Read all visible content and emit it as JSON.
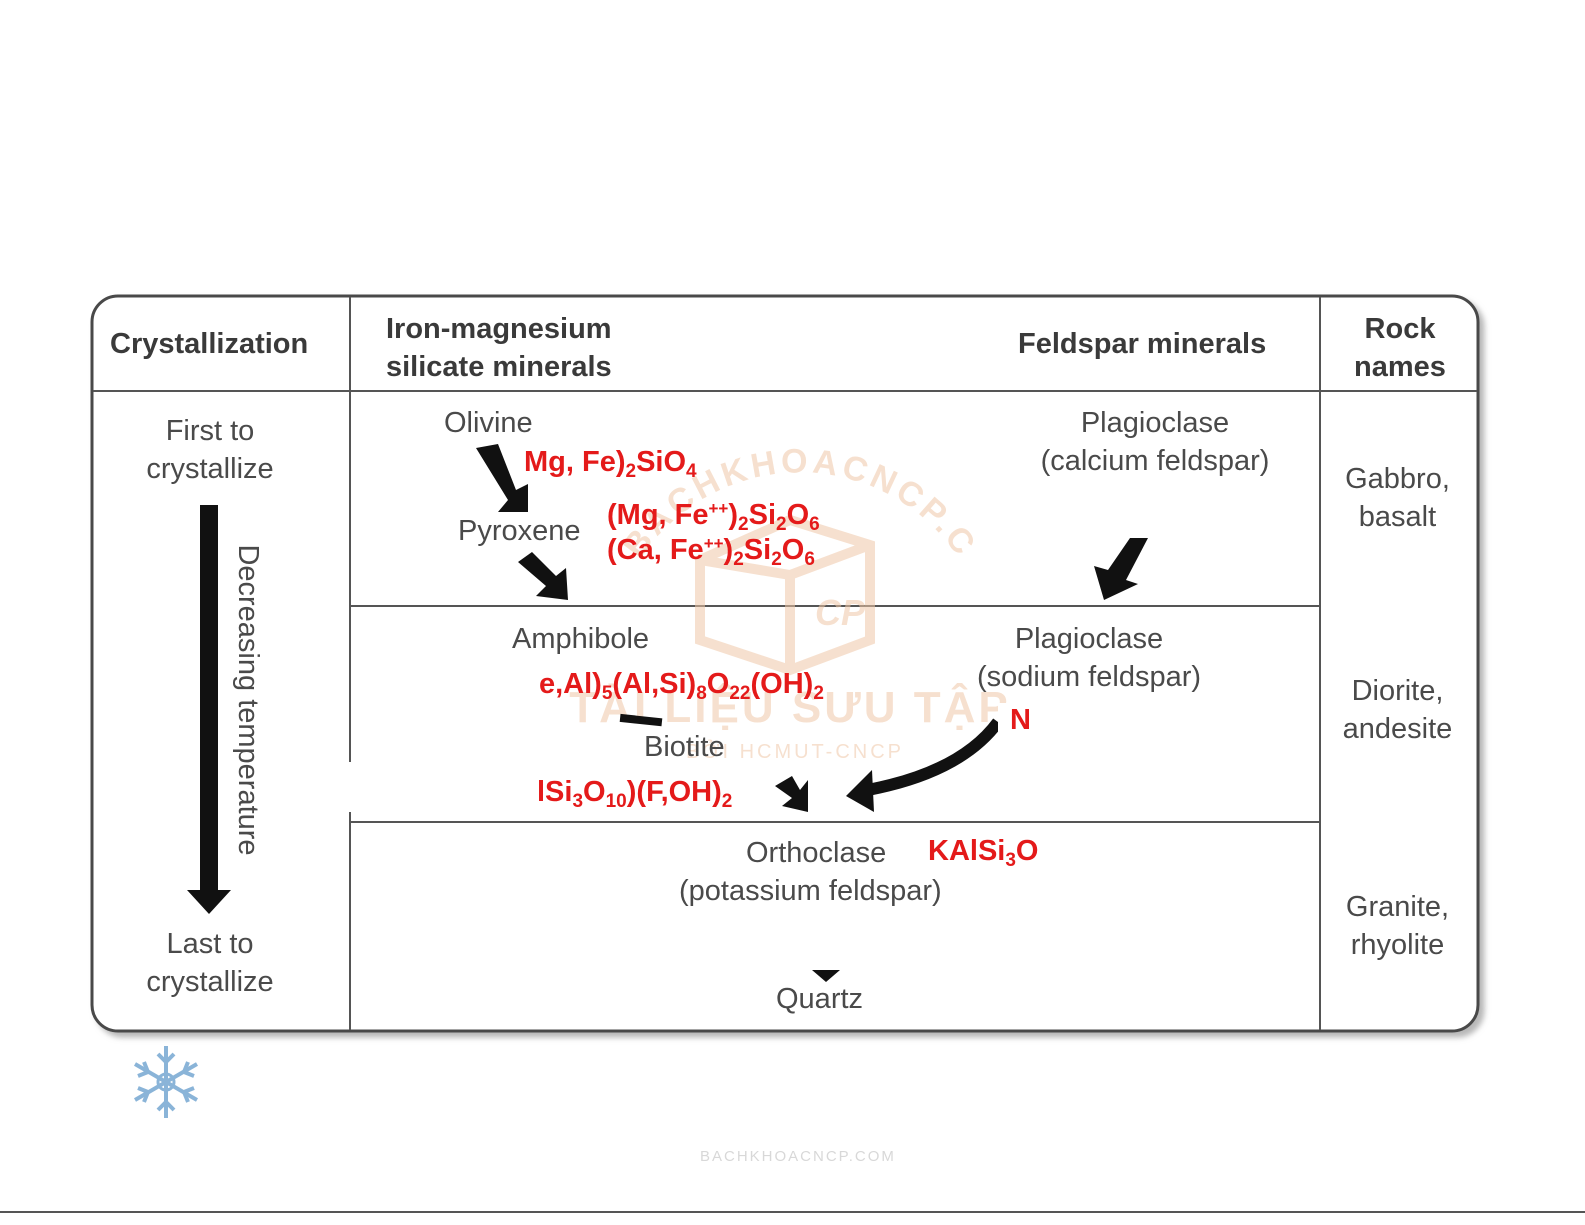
{
  "headers": {
    "crystallization": "Crystallization",
    "iron_magnesium": [
      "Iron-magnesium",
      "silicate minerals"
    ],
    "feldspar": "Feldspar minerals",
    "rock_names": [
      "Rock",
      "names"
    ]
  },
  "crystallization_column": {
    "first": [
      "First to",
      "crystallize"
    ],
    "arrow_label": "Decreasing temperature",
    "last": [
      "Last to",
      "crystallize"
    ]
  },
  "minerals": {
    "olivine": "Olivine",
    "pyroxene": "Pyroxene",
    "amphibole": "Amphibole",
    "biotite": "Biotite",
    "plagioclase_ca": [
      "Plagioclase",
      "(calcium feldspar)"
    ],
    "plagioclase_na": [
      "Plagioclase",
      "(sodium feldspar)"
    ],
    "orthoclase": [
      "Orthoclase",
      "(potassium feldspar)"
    ],
    "quartz": "Quartz"
  },
  "rock_names": {
    "row1": [
      "Gabbro,",
      "basalt"
    ],
    "row2": [
      "Diorite,",
      "andesite"
    ],
    "row3": [
      "Granite,",
      "rhyolite"
    ]
  },
  "formulas": {
    "olivine": [
      "Mg, Fe)",
      "2",
      "SiO",
      "4"
    ],
    "pyroxene_1": [
      "(Mg, Fe",
      "++",
      ")",
      "2",
      "Si",
      "2",
      "O",
      "6"
    ],
    "pyroxene_2": [
      "(Ca, Fe",
      "++",
      ")",
      "2",
      "Si",
      "2",
      "O",
      "6"
    ],
    "amphibole": [
      "e,Al)",
      "5",
      "(Al,Si)",
      "8",
      "O",
      "22",
      "(OH)",
      "2"
    ],
    "biotite": [
      "lSi",
      "3",
      "O",
      "10",
      ")(F,OH)",
      "2"
    ],
    "plagioclase_na": "N",
    "orthoclase": [
      "KAlSi",
      "3",
      "O"
    ]
  },
  "watermark": {
    "arc_text": "BACHKHOACNCP.COM",
    "center_text": "TÀI LIỆU SƯU TẬP",
    "sub_text": "BỞI HCMUT-CNCP",
    "logo_text": "CP",
    "footer_text": "BACHKHOACNCP.COM"
  },
  "colors": {
    "formula_red": "#e41a1a",
    "grid_line": "#555555",
    "watermark": "#f0c8a8"
  }
}
